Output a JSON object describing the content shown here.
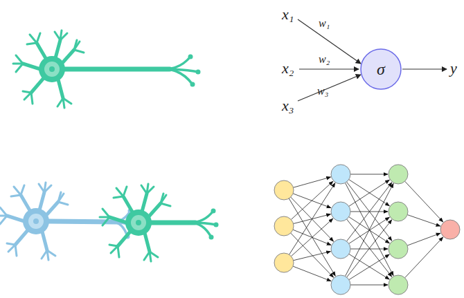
{
  "diagram": {
    "nodes": [
      {
        "text": [
          "σ"
        ]
      }
    ],
    "labels": [
      "x₁",
      "w₁",
      "x₂",
      "w₂",
      "x₃",
      "w₃",
      "y"
    ]
  }
}
